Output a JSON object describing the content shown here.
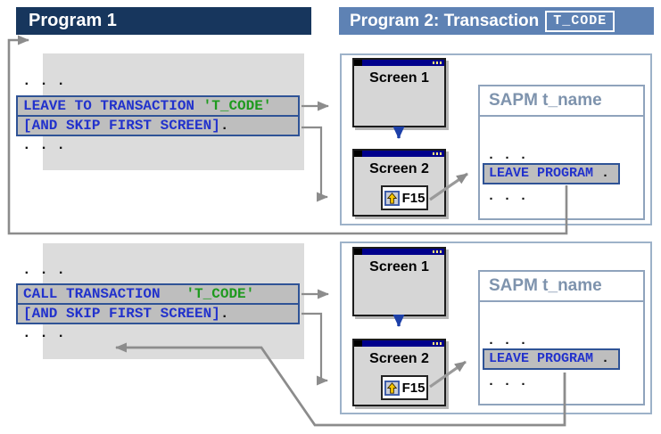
{
  "colors": {
    "navy_header": "#17365D",
    "blue_header": "#5E82B4",
    "panel_gray": "#DCDCDC",
    "highlight_row_gray": "#BEBEBE",
    "highlight_row_border": "#2F5396",
    "code_blue": "#2232CC",
    "code_green": "#1E9A1E",
    "sapm_title_blue": "#7E93AD",
    "runtime_box_border": "#9DB2C9",
    "arrow_gray": "#8C8C8C",
    "arrow_blue": "#1C3FA8"
  },
  "program1": {
    "title": "Program 1",
    "leave_block": {
      "dots_before": ". . .",
      "statement": "LEAVE TO TRANSACTION ",
      "argument": "'T_CODE'",
      "addition": "[AND SKIP FIRST SCREEN]",
      "terminator": ".",
      "dots_after": ". . ."
    },
    "call_block": {
      "dots_before": ". . .",
      "statement": "CALL TRANSACTION   ",
      "argument": "'T_CODE'",
      "addition": "[AND SKIP FIRST SCREEN]",
      "terminator": ".",
      "dots_after": ". . ."
    }
  },
  "program2": {
    "title": "Program 2: Transaction",
    "tcode_badge": "T_CODE",
    "screen1_label": "Screen 1",
    "screen2_label": "Screen 2",
    "f15_label": "F15",
    "sapm": {
      "title": "SAPM t_name",
      "dots_before": ". . .",
      "statement": "LEAVE PROGRAM",
      "terminator": " .",
      "dots_after": ". . ."
    }
  }
}
